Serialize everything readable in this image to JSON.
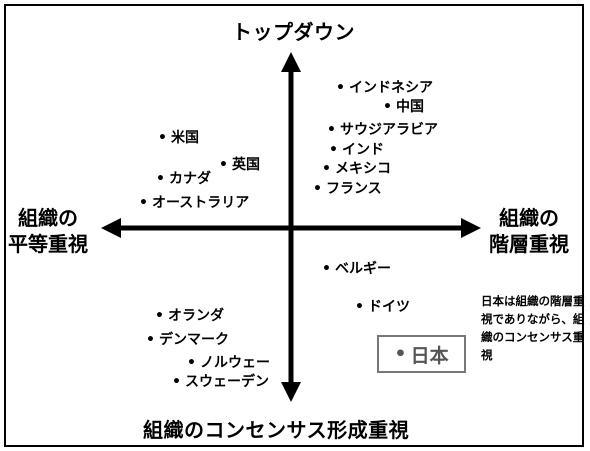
{
  "axes": {
    "top": "トップダウン",
    "bottom": "組織のコンセンサス形成重視",
    "left_line1": "組織の",
    "left_line2": "平等重視",
    "right_line1": "組織の",
    "right_line2": "階層重視"
  },
  "countries": {
    "top_right": [
      "インドネシア",
      "中国",
      "サウジアラビア",
      "インド",
      "メキシコ",
      "フランス"
    ],
    "top_left": [
      "米国",
      "英国",
      "カナダ",
      "オーストラリア"
    ],
    "bottom_right": [
      "ベルギー",
      "ドイツ"
    ],
    "bottom_left": [
      "オランダ",
      "デンマーク",
      "ノルウェー",
      "スウェーデン"
    ]
  },
  "highlight": {
    "dot": "•",
    "label": "日本"
  },
  "note": "日本は組織の階層重視でありながら、組織のコンセンサス重視",
  "bullet": "•"
}
